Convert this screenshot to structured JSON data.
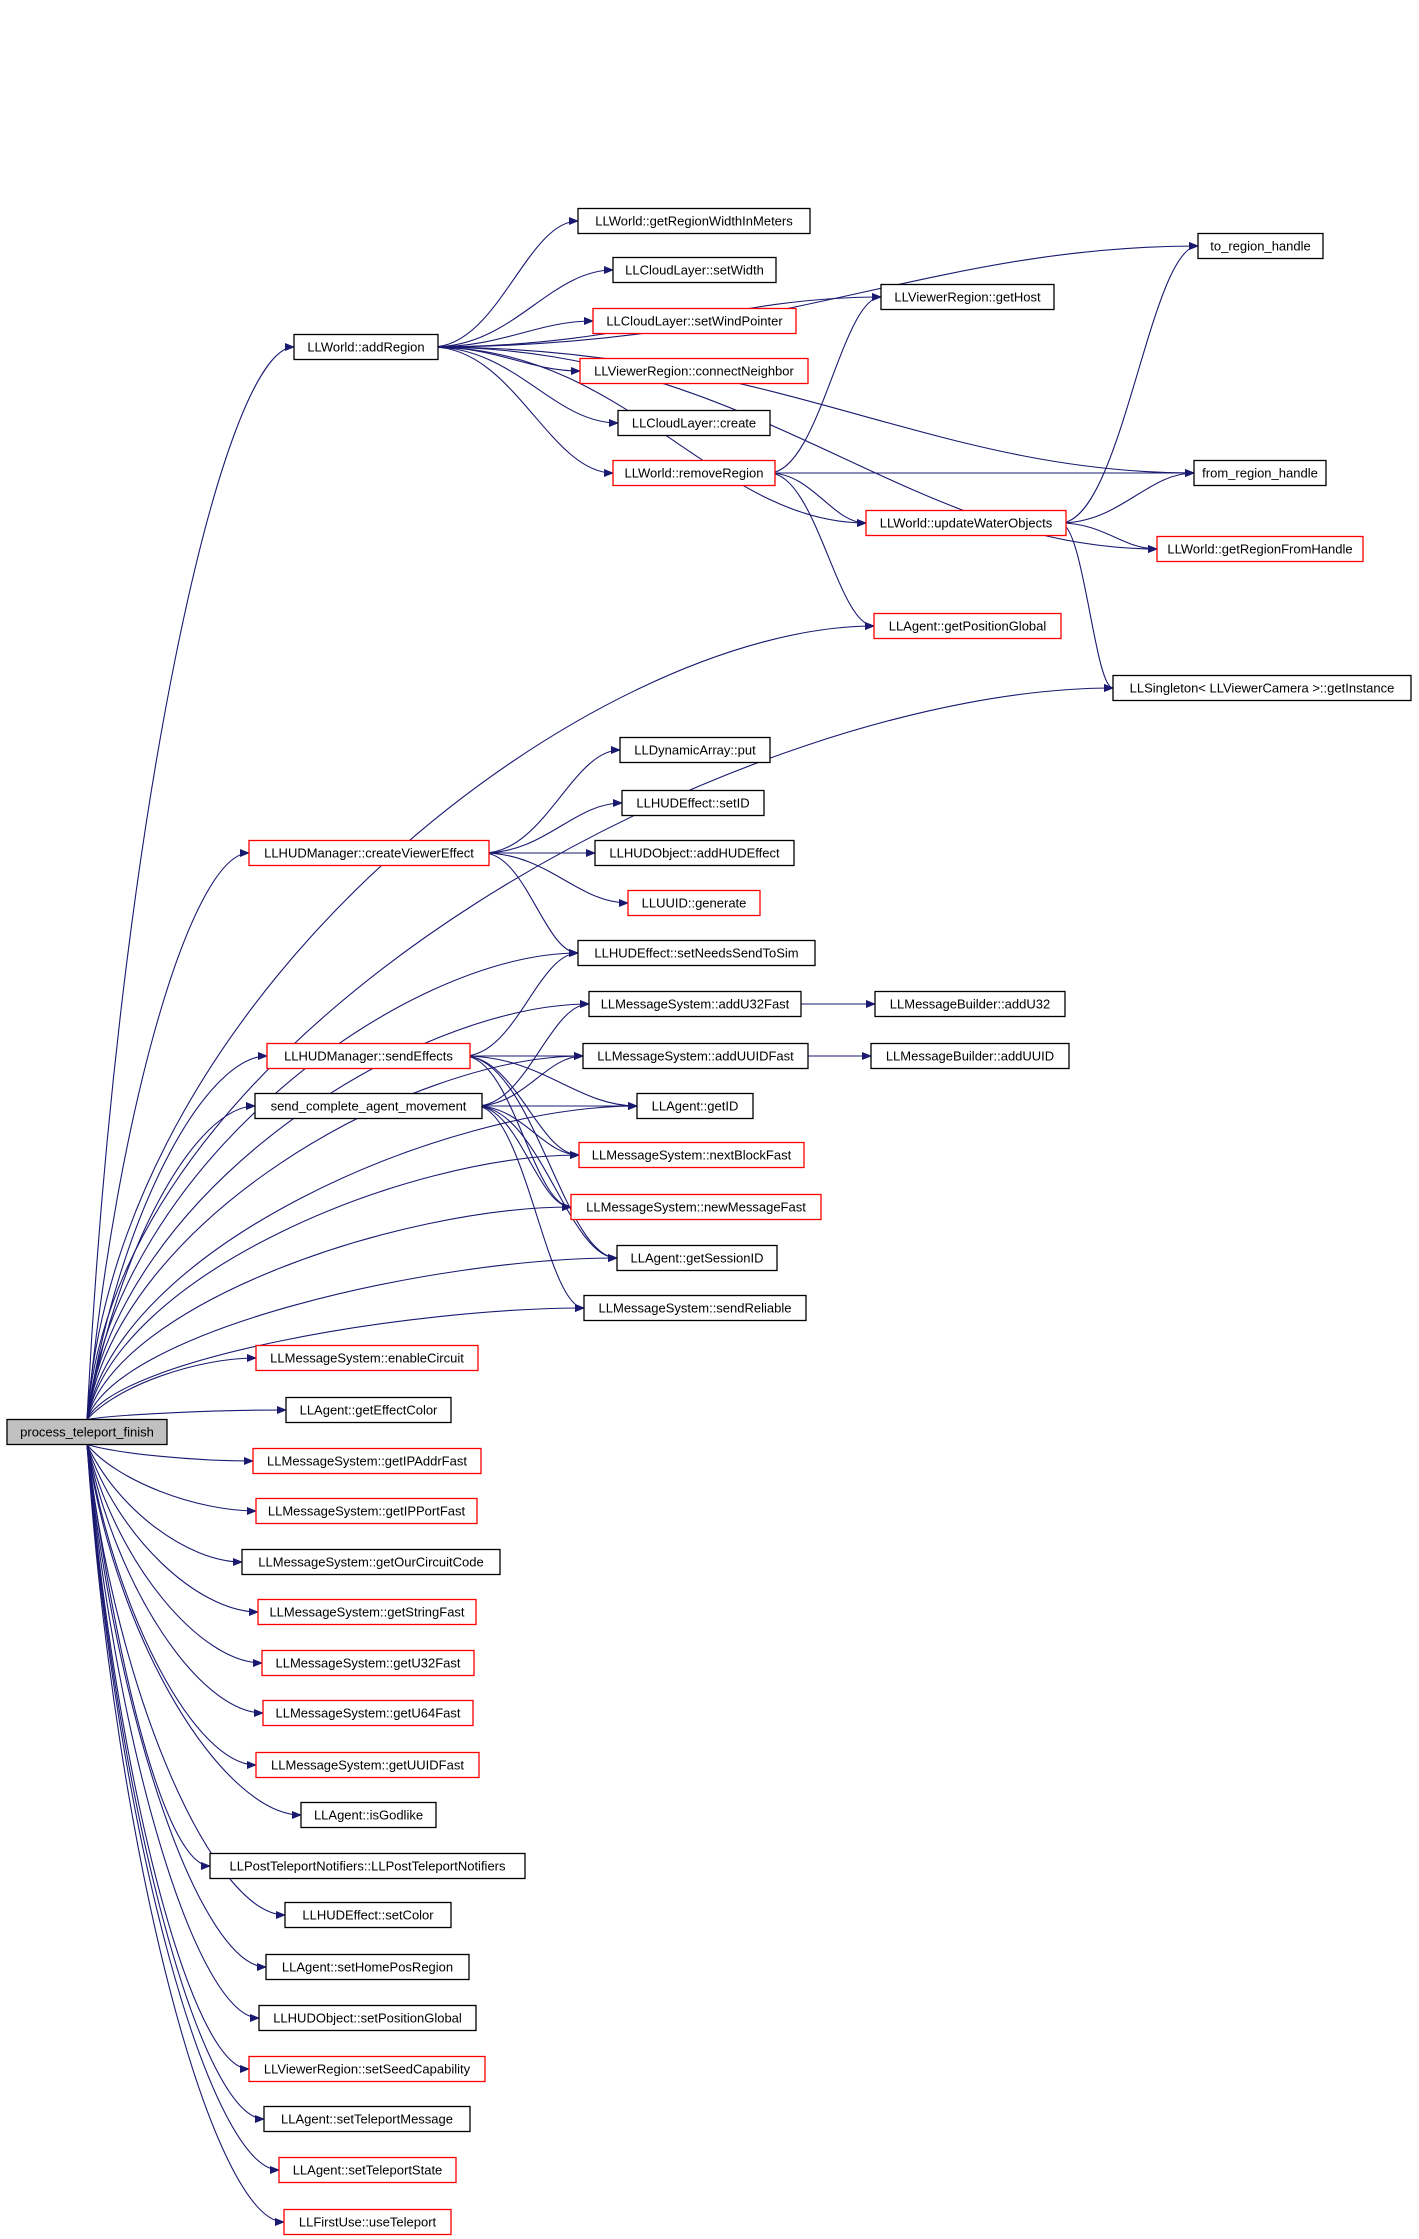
{
  "colors": {
    "edge": "#191970",
    "arrow": "#191970",
    "box_border_default": "#000000",
    "box_border_external": "#ff0000",
    "box_fill_root": "#c0c0c0",
    "box_fill_default": "#ffffff"
  },
  "nodes": [
    {
      "id": "root",
      "label": "process_teleport_finish",
      "style": "root"
    },
    {
      "id": "addRegion",
      "label": "LLWorld::addRegion",
      "style": "default"
    },
    {
      "id": "getRegionWidth",
      "label": "LLWorld::getRegionWidthInMeters",
      "style": "default"
    },
    {
      "id": "cloudSetWidth",
      "label": "LLCloudLayer::setWidth",
      "style": "default"
    },
    {
      "id": "cloudSetWind",
      "label": "LLCloudLayer::setWindPointer",
      "style": "external"
    },
    {
      "id": "connectNeighbor",
      "label": "LLViewerRegion::connectNeighbor",
      "style": "external"
    },
    {
      "id": "cloudCreate",
      "label": "LLCloudLayer::create",
      "style": "default"
    },
    {
      "id": "removeRegion",
      "label": "LLWorld::removeRegion",
      "style": "external"
    },
    {
      "id": "getHost",
      "label": "LLViewerRegion::getHost",
      "style": "default"
    },
    {
      "id": "toRegion",
      "label": "to_region_handle",
      "style": "default"
    },
    {
      "id": "fromRegion",
      "label": "from_region_handle",
      "style": "default"
    },
    {
      "id": "updateWater",
      "label": "LLWorld::updateWaterObjects",
      "style": "external"
    },
    {
      "id": "getRegionFromHandle",
      "label": "LLWorld::getRegionFromHandle",
      "style": "external"
    },
    {
      "id": "getPosGlobal",
      "label": "LLAgent::getPositionGlobal",
      "style": "external"
    },
    {
      "id": "singleton",
      "label": "LLSingleton< LLViewerCamera >::getInstance",
      "style": "default"
    },
    {
      "id": "dynPut",
      "label": "LLDynamicArray::put",
      "style": "default"
    },
    {
      "id": "hudSetID",
      "label": "LLHUDEffect::setID",
      "style": "default"
    },
    {
      "id": "createEffect",
      "label": "LLHUDManager::createViewerEffect",
      "style": "external"
    },
    {
      "id": "addHUDEffect",
      "label": "LLHUDObject::addHUDEffect",
      "style": "default"
    },
    {
      "id": "uuidGen",
      "label": "LLUUID::generate",
      "style": "external"
    },
    {
      "id": "needsSend",
      "label": "LLHUDEffect::setNeedsSendToSim",
      "style": "default"
    },
    {
      "id": "addU32Fast",
      "label": "LLMessageSystem::addU32Fast",
      "style": "default"
    },
    {
      "id": "mbAddU32",
      "label": "LLMessageBuilder::addU32",
      "style": "default"
    },
    {
      "id": "sendEffects",
      "label": "LLHUDManager::sendEffects",
      "style": "external"
    },
    {
      "id": "addUUIDFast",
      "label": "LLMessageSystem::addUUIDFast",
      "style": "default"
    },
    {
      "id": "mbAddUUID",
      "label": "LLMessageBuilder::addUUID",
      "style": "default"
    },
    {
      "id": "sendComplete",
      "label": "send_complete_agent_movement",
      "style": "default"
    },
    {
      "id": "agentGetID",
      "label": "LLAgent::getID",
      "style": "default"
    },
    {
      "id": "nextBlock",
      "label": "LLMessageSystem::nextBlockFast",
      "style": "external"
    },
    {
      "id": "newMessage",
      "label": "LLMessageSystem::newMessageFast",
      "style": "external"
    },
    {
      "id": "sessionID",
      "label": "LLAgent::getSessionID",
      "style": "default"
    },
    {
      "id": "sendReliable",
      "label": "LLMessageSystem::sendReliable",
      "style": "default"
    },
    {
      "id": "enableCircuit",
      "label": "LLMessageSystem::enableCircuit",
      "style": "external"
    },
    {
      "id": "effectColor",
      "label": "LLAgent::getEffectColor",
      "style": "default"
    },
    {
      "id": "ipAddr",
      "label": "LLMessageSystem::getIPAddrFast",
      "style": "external"
    },
    {
      "id": "ipPort",
      "label": "LLMessageSystem::getIPPortFast",
      "style": "external"
    },
    {
      "id": "circuitCode",
      "label": "LLMessageSystem::getOurCircuitCode",
      "style": "default"
    },
    {
      "id": "stringFast",
      "label": "LLMessageSystem::getStringFast",
      "style": "external"
    },
    {
      "id": "u32Fast",
      "label": "LLMessageSystem::getU32Fast",
      "style": "external"
    },
    {
      "id": "u64Fast",
      "label": "LLMessageSystem::getU64Fast",
      "style": "external"
    },
    {
      "id": "uuidFast",
      "label": "LLMessageSystem::getUUIDFast",
      "style": "external"
    },
    {
      "id": "isGodlike",
      "label": "LLAgent::isGodlike",
      "style": "default"
    },
    {
      "id": "postTeleport",
      "label": "LLPostTeleportNotifiers::LLPostTeleportNotifiers",
      "style": "default"
    },
    {
      "id": "hudSetColor",
      "label": "LLHUDEffect::setColor",
      "style": "default"
    },
    {
      "id": "homePos",
      "label": "LLAgent::setHomePosRegion",
      "style": "default"
    },
    {
      "id": "hudSetPos",
      "label": "LLHUDObject::setPositionGlobal",
      "style": "default"
    },
    {
      "id": "seedCap",
      "label": "LLViewerRegion::setSeedCapability",
      "style": "external"
    },
    {
      "id": "teleMsg",
      "label": "LLAgent::setTeleportMessage",
      "style": "default"
    },
    {
      "id": "teleState",
      "label": "LLAgent::setTeleportState",
      "style": "external"
    },
    {
      "id": "useTeleport",
      "label": "LLFirstUse::useTeleport",
      "style": "external"
    }
  ],
  "edges": [
    [
      "root",
      "addRegion"
    ],
    [
      "root",
      "getPosGlobal"
    ],
    [
      "root",
      "singleton"
    ],
    [
      "root",
      "createEffect"
    ],
    [
      "root",
      "needsSend"
    ],
    [
      "root",
      "addU32Fast"
    ],
    [
      "root",
      "sendEffects"
    ],
    [
      "root",
      "addUUIDFast"
    ],
    [
      "root",
      "sendComplete"
    ],
    [
      "root",
      "agentGetID"
    ],
    [
      "root",
      "nextBlock"
    ],
    [
      "root",
      "newMessage"
    ],
    [
      "root",
      "sessionID"
    ],
    [
      "root",
      "sendReliable"
    ],
    [
      "root",
      "enableCircuit"
    ],
    [
      "root",
      "effectColor"
    ],
    [
      "root",
      "ipAddr"
    ],
    [
      "root",
      "ipPort"
    ],
    [
      "root",
      "circuitCode"
    ],
    [
      "root",
      "stringFast"
    ],
    [
      "root",
      "u32Fast"
    ],
    [
      "root",
      "u64Fast"
    ],
    [
      "root",
      "uuidFast"
    ],
    [
      "root",
      "isGodlike"
    ],
    [
      "root",
      "postTeleport"
    ],
    [
      "root",
      "hudSetColor"
    ],
    [
      "root",
      "homePos"
    ],
    [
      "root",
      "hudSetPos"
    ],
    [
      "root",
      "seedCap"
    ],
    [
      "root",
      "teleMsg"
    ],
    [
      "root",
      "teleState"
    ],
    [
      "root",
      "useTeleport"
    ],
    [
      "addRegion",
      "getRegionWidth"
    ],
    [
      "addRegion",
      "cloudSetWidth"
    ],
    [
      "addRegion",
      "cloudSetWind"
    ],
    [
      "addRegion",
      "connectNeighbor"
    ],
    [
      "addRegion",
      "cloudCreate"
    ],
    [
      "addRegion",
      "removeRegion"
    ],
    [
      "addRegion",
      "getHost"
    ],
    [
      "addRegion",
      "toRegion"
    ],
    [
      "addRegion",
      "fromRegion"
    ],
    [
      "addRegion",
      "updateWater"
    ],
    [
      "addRegion",
      "getRegionFromHandle"
    ],
    [
      "removeRegion",
      "getHost"
    ],
    [
      "removeRegion",
      "fromRegion"
    ],
    [
      "removeRegion",
      "updateWater"
    ],
    [
      "removeRegion",
      "getPosGlobal"
    ],
    [
      "updateWater",
      "toRegion"
    ],
    [
      "updateWater",
      "fromRegion"
    ],
    [
      "updateWater",
      "getRegionFromHandle"
    ],
    [
      "updateWater",
      "singleton"
    ],
    [
      "createEffect",
      "dynPut"
    ],
    [
      "createEffect",
      "hudSetID"
    ],
    [
      "createEffect",
      "addHUDEffect"
    ],
    [
      "createEffect",
      "uuidGen"
    ],
    [
      "createEffect",
      "needsSend"
    ],
    [
      "addU32Fast",
      "mbAddU32"
    ],
    [
      "addUUIDFast",
      "mbAddUUID"
    ],
    [
      "sendEffects",
      "needsSend"
    ],
    [
      "sendEffects",
      "addUUIDFast"
    ],
    [
      "sendEffects",
      "agentGetID"
    ],
    [
      "sendEffects",
      "nextBlock"
    ],
    [
      "sendEffects",
      "newMessage"
    ],
    [
      "sendEffects",
      "sessionID"
    ],
    [
      "sendComplete",
      "addU32Fast"
    ],
    [
      "sendComplete",
      "addUUIDFast"
    ],
    [
      "sendComplete",
      "agentGetID"
    ],
    [
      "sendComplete",
      "nextBlock"
    ],
    [
      "sendComplete",
      "newMessage"
    ],
    [
      "sendComplete",
      "sessionID"
    ],
    [
      "sendComplete",
      "sendReliable"
    ]
  ]
}
